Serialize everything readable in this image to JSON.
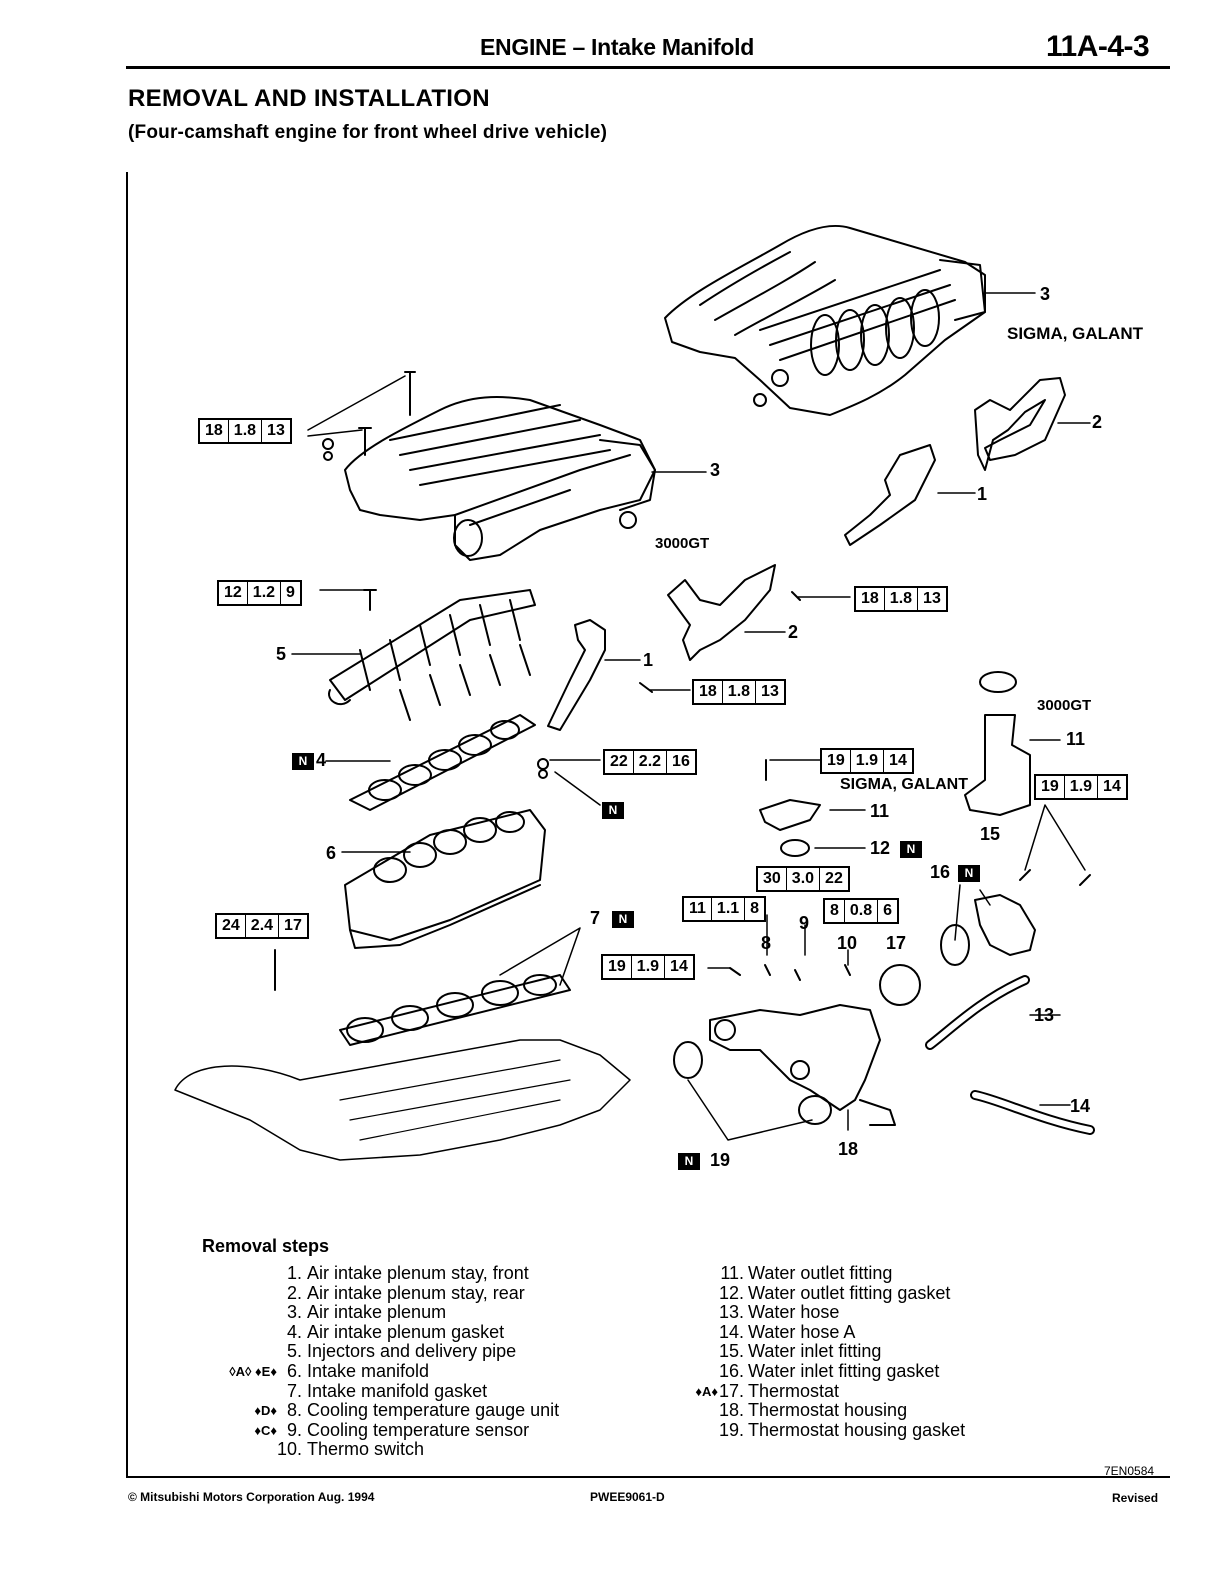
{
  "header": {
    "title": "ENGINE – Intake Manifold",
    "page": "11A-4-3"
  },
  "section": {
    "title": "REMOVAL AND INSTALLATION",
    "subtitle": "(Four-camshaft engine for front wheel drive vehicle)"
  },
  "diagram": {
    "variant_labels": {
      "sigma_galant_top": "SIGMA, GALANT",
      "gt_plenum": "3000GT",
      "gt_outlet": "3000GT",
      "sigma_galant_outlet": "SIGMA, GALANT"
    },
    "callouts": [
      "1",
      "2",
      "3",
      "4",
      "5",
      "6",
      "7",
      "8",
      "9",
      "10",
      "11",
      "12",
      "13",
      "14",
      "15",
      "16",
      "17",
      "18",
      "19"
    ],
    "new_part_mark": "N",
    "torque_specs": [
      {
        "nm": "18",
        "kgm": "1.8",
        "ftlbs": "13"
      },
      {
        "nm": "12",
        "kgm": "1.2",
        "ftlbs": "9"
      },
      {
        "nm": "18",
        "kgm": "1.8",
        "ftlbs": "13"
      },
      {
        "nm": "18",
        "kgm": "1.8",
        "ftlbs": "13"
      },
      {
        "nm": "22",
        "kgm": "2.2",
        "ftlbs": "16"
      },
      {
        "nm": "19",
        "kgm": "1.9",
        "ftlbs": "14"
      },
      {
        "nm": "19",
        "kgm": "1.9",
        "ftlbs": "14"
      },
      {
        "nm": "30",
        "kgm": "3.0",
        "ftlbs": "22"
      },
      {
        "nm": "11",
        "kgm": "1.1",
        "ftlbs": "8"
      },
      {
        "nm": "8",
        "kgm": "0.8",
        "ftlbs": "6"
      },
      {
        "nm": "24",
        "kgm": "2.4",
        "ftlbs": "17"
      },
      {
        "nm": "19",
        "kgm": "1.9",
        "ftlbs": "14"
      }
    ]
  },
  "removal": {
    "title": "Removal steps",
    "left": [
      {
        "mark": "",
        "num": "1.",
        "text": "Air intake plenum stay, front"
      },
      {
        "mark": "",
        "num": "2.",
        "text": "Air intake plenum stay, rear"
      },
      {
        "mark": "",
        "num": "3.",
        "text": "Air intake plenum"
      },
      {
        "mark": "",
        "num": "4.",
        "text": "Air intake plenum gasket"
      },
      {
        "mark": "",
        "num": "5.",
        "text": "Injectors and delivery pipe"
      },
      {
        "mark": "◊A◊ ♦E♦",
        "num": "6.",
        "text": "Intake manifold"
      },
      {
        "mark": "",
        "num": "7.",
        "text": "Intake manifold gasket"
      },
      {
        "mark": "♦D♦",
        "num": "8.",
        "text": "Cooling temperature gauge unit"
      },
      {
        "mark": "♦C♦",
        "num": "9.",
        "text": "Cooling temperature sensor"
      },
      {
        "mark": "",
        "num": "10.",
        "text": "Thermo switch"
      }
    ],
    "right": [
      {
        "mark": "",
        "num": "11.",
        "text": "Water outlet fitting"
      },
      {
        "mark": "",
        "num": "12.",
        "text": "Water outlet fitting gasket"
      },
      {
        "mark": "",
        "num": "13.",
        "text": "Water hose"
      },
      {
        "mark": "",
        "num": "14.",
        "text": "Water hose A"
      },
      {
        "mark": "",
        "num": "15.",
        "text": "Water inlet fitting"
      },
      {
        "mark": "",
        "num": "16.",
        "text": "Water inlet fitting gasket"
      },
      {
        "mark": "♦A♦",
        "num": "17.",
        "text": "Thermostat"
      },
      {
        "mark": "",
        "num": "18.",
        "text": "Thermostat housing"
      },
      {
        "mark": "",
        "num": "19.",
        "text": "Thermostat housing gasket"
      }
    ]
  },
  "ref_code": "7EN0584",
  "footer": {
    "copyright": "© Mitsubishi Motors Corporation   Aug. 1994",
    "doc_id": "PWEE9061-D",
    "status": "Revised"
  }
}
